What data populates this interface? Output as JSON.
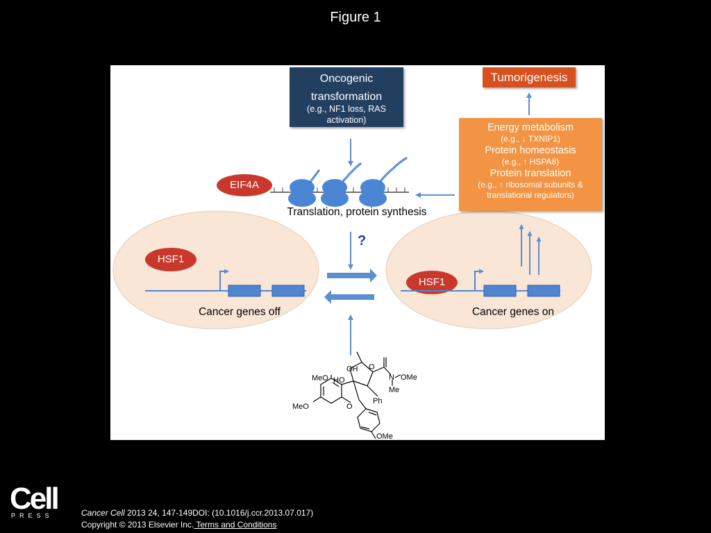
{
  "figure_title": "Figure 1",
  "boxes": {
    "oncogenic": {
      "line1": "Oncogenic",
      "line2": "transformation",
      "line3": "(e.g., NF1 loss, RAS",
      "line4": "activation)"
    },
    "tumorigenesis": "Tumorigenesis",
    "energy": {
      "h1": "Energy metabolism",
      "s1": "(e.g., ↓ TXNIP1)",
      "h2": "Protein homeostasis",
      "s2": "(e.g., ↑ HSPA8)",
      "h3": "Protein translation",
      "s3": "(e.g., ↑ ribosomal subunits &",
      "s4": "translational regulators)"
    }
  },
  "labels": {
    "eif4a": "EIF4A",
    "translation": "Translation, protein synthesis",
    "hsf1_left": "HSF1",
    "hsf1_right": "HSF1",
    "genes_off": "Cancer genes off",
    "genes_on": "Cancer genes on",
    "question": "?"
  },
  "chemical": {
    "oh": "OH",
    "o_carbonyl": "O",
    "meo_top": "MeO",
    "ho": "HO",
    "n": "N",
    "ome_amide": "OMe",
    "me": "Me",
    "ph": "Ph",
    "o_ring": "O",
    "meo_bottom": "MeO",
    "ome_bottom": "OMe"
  },
  "colors": {
    "navy_box": "#233f60",
    "tumor_box": "#d9501f",
    "energy_box": "#f29443",
    "red_oval": "#c8392b",
    "gene_blue": "#4f86cf",
    "cell_ellipse": "#f9e6d6",
    "ribosome": "#4a86d4"
  },
  "credit": {
    "journal": "Cancer Cell",
    "citation": " 2013 24, 147-149DOI: (10.1016/j.ccr.2013.07.017)",
    "copyright": "Copyright © 2013 Elsevier Inc.",
    "terms": " Terms and Conditions"
  },
  "logo": {
    "cell": "Cell",
    "press": "PRESS"
  }
}
